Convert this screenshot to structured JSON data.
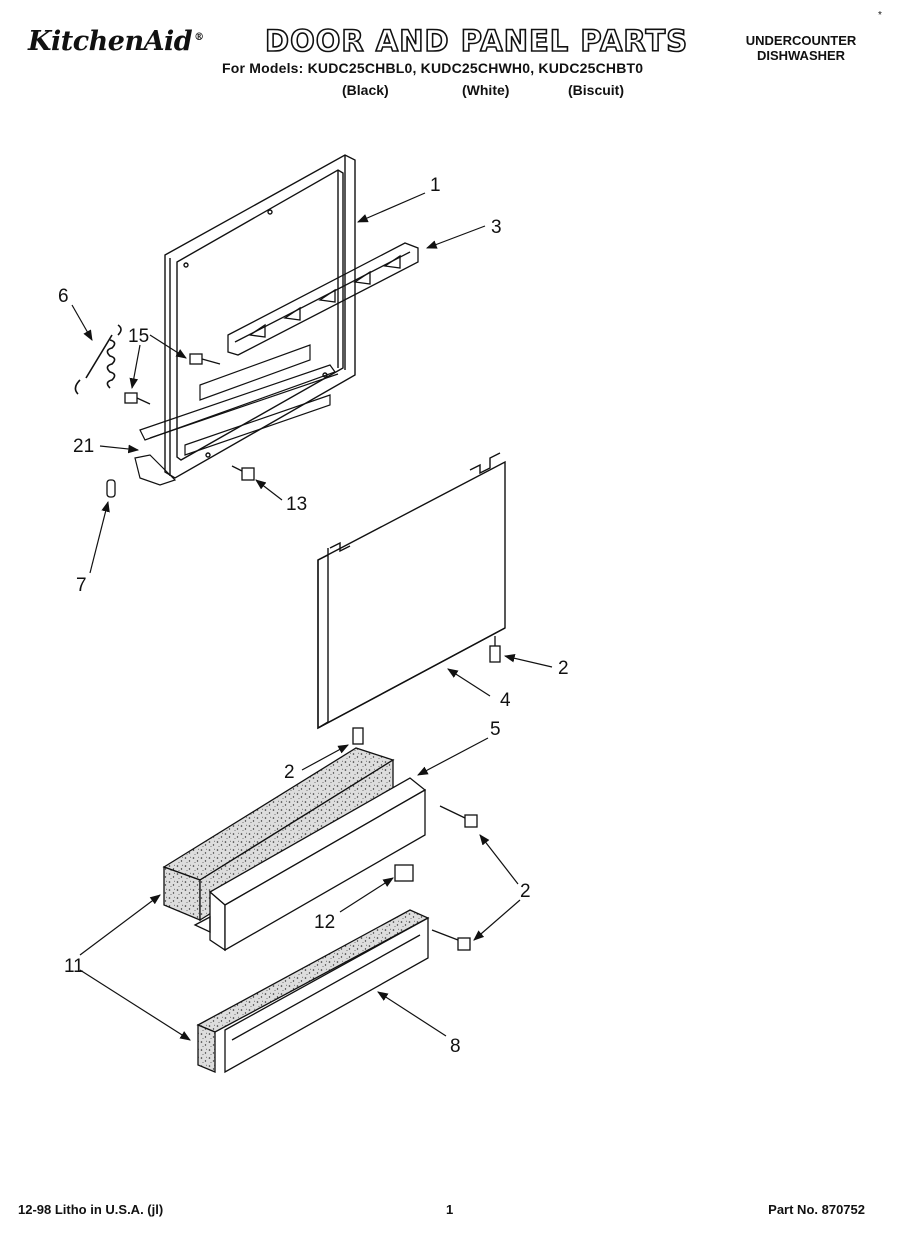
{
  "header": {
    "brand": "KitchenAid",
    "brand_mark": "®",
    "title": "DOOR AND PANEL PARTS",
    "models_line": "For Models: KUDC25CHBL0, KUDC25CHWH0, KUDC25CHBT0",
    "variants": [
      "(Black)",
      "(White)",
      "(Biscuit)"
    ],
    "product_type": [
      "UNDERCOUNTER",
      "DISHWASHER"
    ],
    "corner_mark": "*"
  },
  "callouts": [
    {
      "id": "c1",
      "label": "1"
    },
    {
      "id": "c3",
      "label": "3"
    },
    {
      "id": "c6",
      "label": "6"
    },
    {
      "id": "c15",
      "label": "15"
    },
    {
      "id": "c21",
      "label": "21"
    },
    {
      "id": "c13",
      "label": "13"
    },
    {
      "id": "c7",
      "label": "7"
    },
    {
      "id": "c2a",
      "label": "2"
    },
    {
      "id": "c4",
      "label": "4"
    },
    {
      "id": "c2b",
      "label": "2"
    },
    {
      "id": "c5",
      "label": "5"
    },
    {
      "id": "c2c",
      "label": "2"
    },
    {
      "id": "c12",
      "label": "12"
    },
    {
      "id": "c11",
      "label": "11"
    },
    {
      "id": "c8",
      "label": "8"
    }
  ],
  "footer": {
    "print_info": "12-98 Litho in U.S.A. (jl)",
    "page": "1",
    "part_number": "Part No. 870752"
  }
}
